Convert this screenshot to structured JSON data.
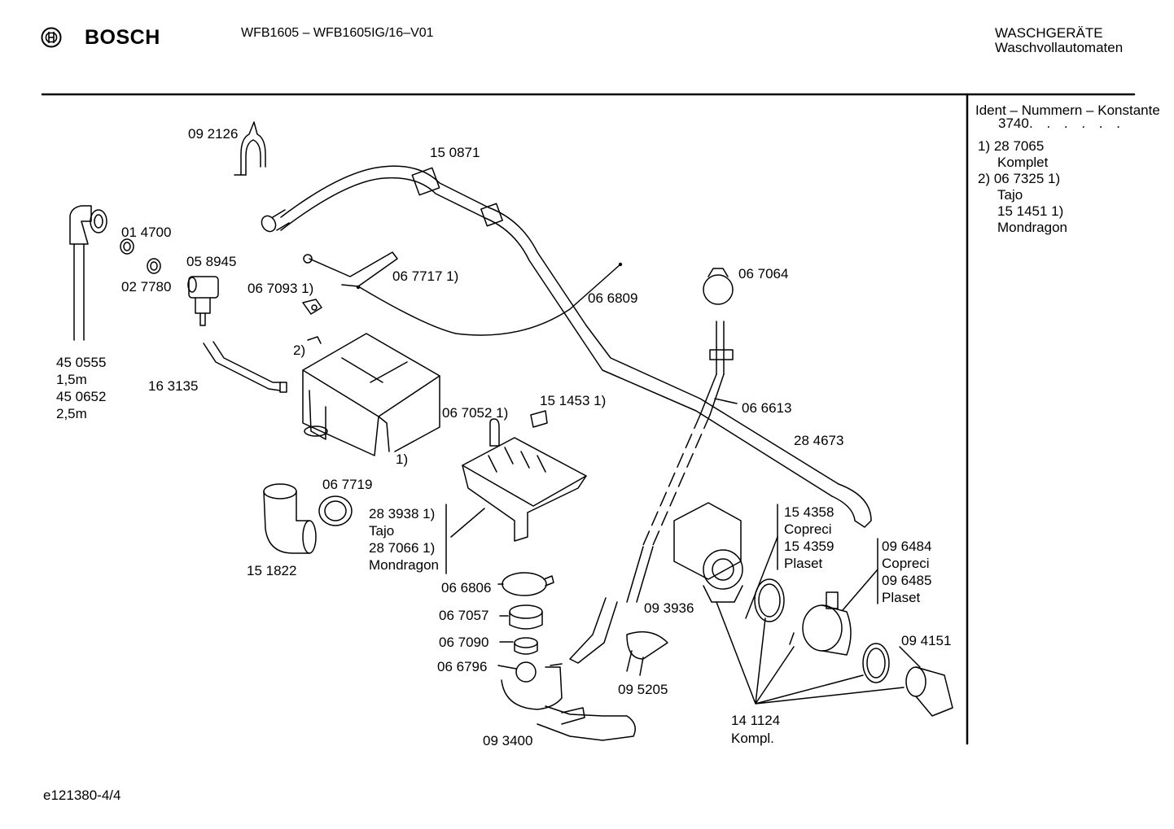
{
  "header": {
    "brand": "BOSCH",
    "model": "WFB1605 – WFB1605IG/16–V01",
    "category": "WASCHGERÄTE",
    "subcategory": "Waschvollautomaten"
  },
  "right_panel": {
    "ident_title": "Ident – Nummern – Konstante",
    "ident_value": "3740",
    "ident_dots": ". . . . . .",
    "notes": [
      "1)  28 7065",
      "Komplet",
      "2)  06 7325 1)",
      "Tajo",
      "15 1451 1)",
      "Mondragon"
    ]
  },
  "parts": {
    "p092126": "09 2126",
    "p150871": "15 0871",
    "p014700": "01 4700",
    "p058945": "05 8945",
    "p027780": "02 7780",
    "p067093": "06 7093  1)",
    "p067717": "06 7717  1)",
    "p066809": "06 6809",
    "p067064": "06 7064",
    "p450555": "45 0555",
    "p15m": "1,5m",
    "p450652": "45 0652",
    "p25m": "2,5m",
    "p163135": "16 3135",
    "note2": "2)",
    "note1": "1)",
    "p067052": "06 7052  1)",
    "p151453": "15 1453  1)",
    "p066613": "06 6613",
    "p284673": "28 4673",
    "p067719": "06 7719",
    "p283938": "28 3938 1)",
    "tajo": "Tajo",
    "p287066": "28 7066 1)",
    "mondragon": "Mondragon",
    "p151822": "15 1822",
    "p154358": "15 4358",
    "copreci1": "Copreci",
    "p154359": "15 4359",
    "plaset1": "Plaset",
    "p096484": "09 6484",
    "copreci2": "Copreci",
    "p096485": "09 6485",
    "plaset2": "Plaset",
    "p066806": "06 6806",
    "p067057": "06 7057",
    "p067090": "06 7090",
    "p066796": "06 6796",
    "p093936": "09 3936",
    "p094151": "09 4151",
    "p095205": "09 5205",
    "p093400": "09 3400",
    "p141124": "14 1124",
    "kompl": "Kompl."
  },
  "footer": {
    "reference": "e121380-4/4"
  }
}
